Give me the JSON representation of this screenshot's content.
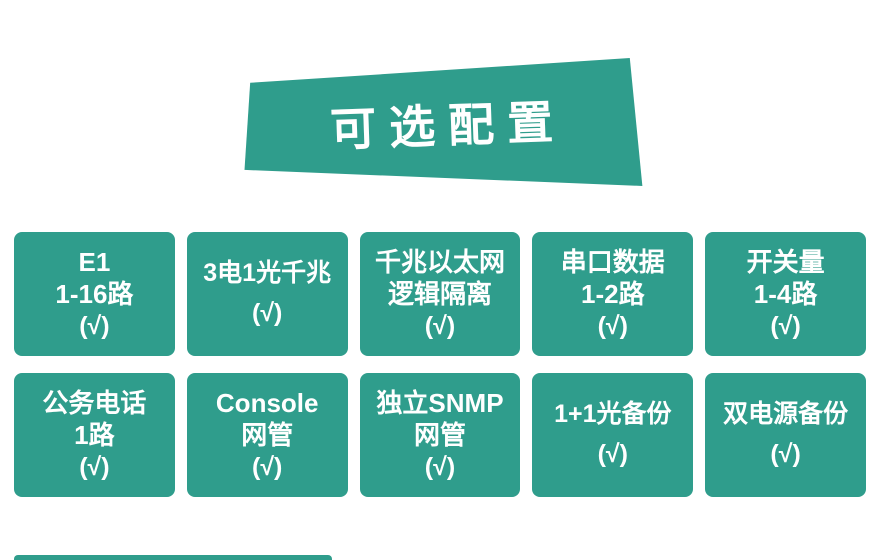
{
  "theme": {
    "teal": "#2f9d8c",
    "text": "#ffffff",
    "background": "#ffffff"
  },
  "banner": {
    "title": "可选配置"
  },
  "cards": [
    {
      "lines": [
        "E1",
        "1-16路"
      ],
      "check": "(√)"
    },
    {
      "lines": [
        "3电1光千兆"
      ],
      "check": "(√)"
    },
    {
      "lines": [
        "千兆以太网",
        "逻辑隔离"
      ],
      "check": "(√)"
    },
    {
      "lines": [
        "串口数据",
        "1-2路"
      ],
      "check": "(√)"
    },
    {
      "lines": [
        "开关量",
        "1-4路"
      ],
      "check": "(√)"
    },
    {
      "lines": [
        "公务电话",
        "1路"
      ],
      "check": "(√)"
    },
    {
      "lines": [
        "Console",
        "网管"
      ],
      "check": "(√)"
    },
    {
      "lines": [
        "独立SNMP",
        "网管"
      ],
      "check": "(√)"
    },
    {
      "lines": [
        "1+1光备份"
      ],
      "check": "(√)"
    },
    {
      "lines": [
        "双电源备份"
      ],
      "check": "(√)"
    }
  ]
}
